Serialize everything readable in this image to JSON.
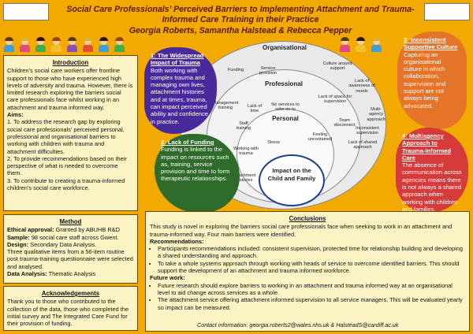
{
  "header": {
    "title": "Social Care Professionals’ Perceived Barriers to Implementing Attachment and Trauma-Informed Care Training in their Practice",
    "authors": "Georgia Roberts, Samantha Halstead & Rebecca Pepper"
  },
  "introduction": {
    "heading": "Introduction",
    "body": "Children’s social care workers offer frontline support to those who have experienced high levels of adversity and trauma. However, there is limited research exploring the barriers social care professionals face whilst working in an attachment and trauma informed way.",
    "aims_label": "Aims:",
    "aims": [
      "1. To address the research gap by exploring social care professionals’ perceived personal, professional and organisational barriers to working with children with trauma and attachment difficulties.",
      "2. To provide recommendations based on their perspective of what is needed to overcome them.",
      "3. To contribute to creating a trauma-informed children’s social care workforce."
    ]
  },
  "method": {
    "heading": "Method",
    "lines": [
      {
        "label": "Ethical approval:",
        "text": " Granted by ABUHB R&D"
      },
      {
        "label": "Sample:",
        "text": " 98 social care staff across Gwent."
      },
      {
        "label": "Design:",
        "text": " Secondary Data Analysis."
      },
      {
        "label": "",
        "text": "Three qualitative items from a 56-item routine post trauma-training questionnaire were selected and analysed."
      },
      {
        "label": "Data Analysis:",
        "text": " Thematic Analysis"
      }
    ]
  },
  "acknowledgements": {
    "heading": "Acknowledgements",
    "body": "Thank you to those who contributed to the collection of the data, those who completed the initial survey and The Integrated Care Fund for their provision of funding."
  },
  "diagram": {
    "outer": "Organisational",
    "middle": "Professional",
    "inner": "Personal",
    "centre": "Impact on the Child and Family",
    "labels": [
      "Funding",
      "Service provision",
      "Culture around support",
      "Lack of awareness of needs",
      "Management training",
      "Lack of time",
      "No services to refer on to",
      "Lack of space for supervision",
      "Staff training",
      "Team disconnect",
      "Stress",
      "Feeling uncontained",
      "Inconsistent supervision",
      "Working with trauma",
      "Attachment histories",
      "Lack of shared approach",
      "Multi-agency approach"
    ]
  },
  "barriers": [
    {
      "heading": "1: The Widespread Impact of Trauma",
      "body": "Both working with complex trauma and managing own lives, attachment histories and at times, trauma, can impact perceived ability and confidence in practice."
    },
    {
      "heading": "2: Lack of Funding",
      "body": "Funding is linked to the impact on resources such as, training, service provision and time to form therapeutic relationships."
    },
    {
      "heading": "3: Inconsistent Supportive Culture",
      "body": "Capturing an organisational culture in which collaboration, supervision and support are not always being advocated."
    },
    {
      "heading": "4: Multiagency Approach to Trauma-Informed Care",
      "body": "The absence of communication across agencies means there is not always a shared approach when working with children and families."
    }
  ],
  "conclusions": {
    "heading": "Conclusions",
    "intro": "This study is novel in exploring the barriers social care professionals face when seeking to work in an attachment and trauma-informed way. Four main barriers were identified.",
    "recommendations_label": "Recommendations:",
    "recommendations": [
      "Participants recommendations included: consistent supervision, protected time for relationship building and developing a shared understanding and approach.",
      "To take a whole systems approach through working with heads of service to overcome identified barriers. This should support the development of an attachment and trauma informed workforce."
    ],
    "future_label": "Future work:",
    "future": [
      "Future research should explore barriers to working in an attachment and trauma informed way at an organisational level to aid change across services as a whole.",
      "The attachment service offering attachment informed supervision to all service managers. This will be evaluated yearly so impact can be measured."
    ]
  },
  "contact": "Contact information: georgia.roberts2@wales.nhs.uk & HalsteadS@cardiff.ac.uk",
  "colors": {
    "background": "#f2a900",
    "panel": "#fdf4c6",
    "title": "#5a1a00",
    "purple": "#4a2a9a",
    "green": "#2f6b2a",
    "orange": "#e3742a",
    "red": "#d63b3b"
  }
}
